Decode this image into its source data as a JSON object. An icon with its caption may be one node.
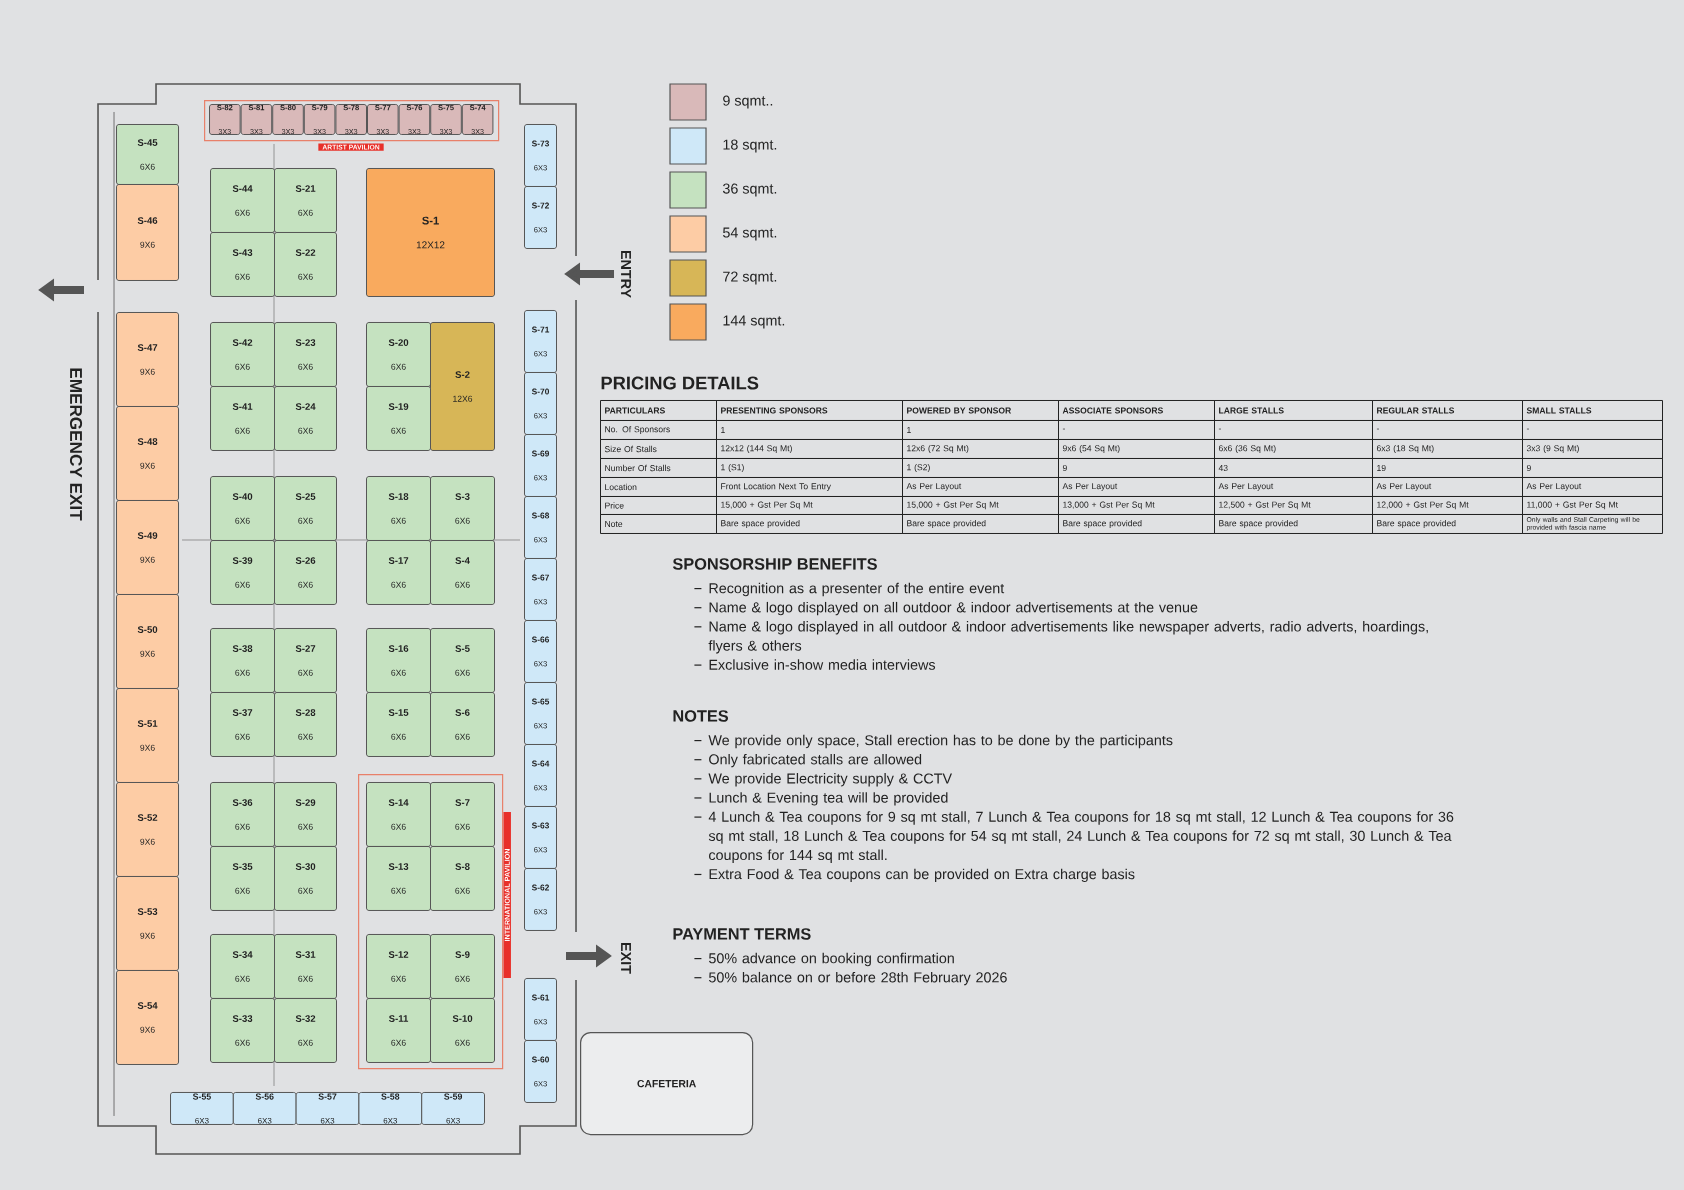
{
  "diagram": {
    "nodes": [
      {
        "text": [
          "ARTIST PAVILION"
        ]
      },
      {
        "text": [
          "S-82",
          "3X3"
        ],
        "in": 0
      },
      {
        "text": [
          "S-81",
          "3X3"
        ],
        "in": 0
      },
      {
        "text": [
          "S-80",
          "3X3"
        ],
        "in": 0
      },
      {
        "text": [
          "S-79",
          "3X3"
        ],
        "in": 0
      },
      {
        "text": [
          "S-78",
          "3X3"
        ],
        "in": 0
      },
      {
        "text": [
          "S-77",
          "3X3"
        ],
        "in": 0
      },
      {
        "text": [
          "S-76",
          "3X3"
        ],
        "in": 0
      },
      {
        "text": [
          "S-75",
          "3X3"
        ],
        "in": 0
      },
      {
        "text": [
          "S-74",
          "3X3"
        ],
        "in": 0
      },
      {
        "text": [
          "S-45",
          "6X6"
        ]
      },
      {
        "text": [
          "S-46",
          "9X6"
        ]
      },
      {
        "text": [
          "S-47",
          "9X6"
        ]
      },
      {
        "text": [
          "S-48",
          "9X6"
        ]
      },
      {
        "text": [
          "S-49",
          "9X6"
        ]
      },
      {
        "text": [
          "S-50",
          "9X6"
        ]
      },
      {
        "text": [
          "S-51",
          "9X6"
        ]
      },
      {
        "text": [
          "S-52",
          "9X6"
        ]
      },
      {
        "text": [
          "S-53",
          "9X6"
        ]
      },
      {
        "text": [
          "S-54",
          "9X6"
        ]
      },
      {
        "text": [
          "S-44",
          "6X6"
        ]
      },
      {
        "text": [
          "S-21",
          "6X6"
        ]
      },
      {
        "text": [
          "S-43",
          "6X6"
        ]
      },
      {
        "text": [
          "S-22",
          "6X6"
        ]
      },
      {
        "text": [
          "S-42",
          "6X6"
        ]
      },
      {
        "text": [
          "S-23",
          "6X6"
        ]
      },
      {
        "text": [
          "S-41",
          "6X6"
        ]
      },
      {
        "text": [
          "S-24",
          "6X6"
        ]
      },
      {
        "text": [
          "S-40",
          "6X6"
        ]
      },
      {
        "text": [
          "S-25",
          "6X6"
        ]
      },
      {
        "text": [
          "S-39",
          "6X6"
        ]
      },
      {
        "text": [
          "S-26",
          "6X6"
        ]
      },
      {
        "text": [
          "S-38",
          "6X6"
        ]
      },
      {
        "text": [
          "S-27",
          "6X6"
        ]
      },
      {
        "text": [
          "S-37",
          "6X6"
        ]
      },
      {
        "text": [
          "S-28",
          "6X6"
        ]
      },
      {
        "text": [
          "S-36",
          "6X6"
        ]
      },
      {
        "text": [
          "S-29",
          "6X6"
        ]
      },
      {
        "text": [
          "S-35",
          "6X6"
        ]
      },
      {
        "text": [
          "S-30",
          "6X6"
        ]
      },
      {
        "text": [
          "S-34",
          "6X6"
        ]
      },
      {
        "text": [
          "S-31",
          "6X6"
        ]
      },
      {
        "text": [
          "S-33",
          "6X6"
        ]
      },
      {
        "text": [
          "S-32",
          "6X6"
        ]
      },
      {
        "text": [
          "S-1",
          "12X12"
        ]
      },
      {
        "text": [
          "S-20",
          "6X6"
        ]
      },
      {
        "text": [
          "S-2",
          "12X6"
        ]
      },
      {
        "text": [
          "S-19",
          "6X6"
        ]
      },
      {
        "text": [
          "S-18",
          "6X6"
        ]
      },
      {
        "text": [
          "S-3",
          "6X6"
        ]
      },
      {
        "text": [
          "S-17",
          "6X6"
        ]
      },
      {
        "text": [
          "S-4",
          "6X6"
        ]
      },
      {
        "text": [
          "S-16",
          "6X6"
        ]
      },
      {
        "text": [
          "S-5",
          "6X6"
        ]
      },
      {
        "text": [
          "S-15",
          "6X6"
        ]
      },
      {
        "text": [
          "S-6",
          "6X6"
        ]
      },
      {
        "text": [
          "INTERNATIONAL PAVILION"
        ]
      },
      {
        "text": [
          "S-14",
          "6X6"
        ],
        "in": 56
      },
      {
        "text": [
          "S-7",
          "6X6"
        ],
        "in": 56
      },
      {
        "text": [
          "S-13",
          "6X6"
        ],
        "in": 56
      },
      {
        "text": [
          "S-8",
          "6X6"
        ],
        "in": 56
      },
      {
        "text": [
          "S-12",
          "6X6"
        ],
        "in": 56
      },
      {
        "text": [
          "S-9",
          "6X6"
        ],
        "in": 56
      },
      {
        "text": [
          "S-11",
          "6X6"
        ],
        "in": 56
      },
      {
        "text": [
          "S-10",
          "6X6"
        ],
        "in": 56
      },
      {
        "text": [
          "S-73",
          "6X3"
        ]
      },
      {
        "text": [
          "S-72",
          "6X3"
        ]
      },
      {
        "text": [
          "S-71",
          "6X3"
        ]
      },
      {
        "text": [
          "S-70",
          "6X3"
        ]
      },
      {
        "text": [
          "S-69",
          "6X3"
        ]
      },
      {
        "text": [
          "S-68",
          "6X3"
        ]
      },
      {
        "text": [
          "S-67",
          "6X3"
        ]
      },
      {
        "text": [
          "S-66",
          "6X3"
        ]
      },
      {
        "text": [
          "S-65",
          "6X3"
        ]
      },
      {
        "text": [
          "S-64",
          "6X3"
        ]
      },
      {
        "text": [
          "S-63",
          "6X3"
        ]
      },
      {
        "text": [
          "S-62",
          "6X3"
        ]
      },
      {
        "text": [
          "S-61",
          "6X3"
        ]
      },
      {
        "text": [
          "S-60",
          "6X3"
        ]
      },
      {
        "text": [
          "S-55",
          "6X3"
        ]
      },
      {
        "text": [
          "S-56",
          "6X3"
        ]
      },
      {
        "text": [
          "S-57",
          "6X3"
        ]
      },
      {
        "text": [
          "S-58",
          "6X3"
        ]
      },
      {
        "text": [
          "S-59",
          "6X3"
        ]
      },
      {
        "text": [
          "CAFETERIA"
        ]
      }
    ],
    "labels": [
      "ENTRY",
      "EMERGENCY EXIT",
      "EXIT",
      "PRICING DETAILS",
      "PARTICULARS",
      "PRESENTING SPONSORS",
      "POWERED BY SPONSOR",
      "ASSOCIATE SPONSORS",
      "LARGE STALLS",
      "REGULAR STALLS",
      "SMALL STALLS",
      "No. Of Sponsors",
      "1",
      "1",
      "-",
      "-",
      "-",
      "-",
      "Size Of Stalls",
      "12x12 (144 Sq Mt)",
      "12x6 (72 Sq Mt)",
      "9x6 (54 Sq Mt)",
      "6x6 (36 Sq Mt)",
      "6x3 (18 Sq Mt)",
      "3x3 (9 Sq Mt)",
      "Number Of Stalls",
      "1 (S1)",
      "1 (S2)",
      "9",
      "43",
      "19",
      "9",
      "Location",
      "Front Location Next To Entry",
      "As Per Layout",
      "As Per Layout",
      "As Per Layout",
      "As Per Layout",
      "As Per Layout",
      "Price",
      "15,000 + Gst Per Sq Mt",
      "15,000 + Gst Per Sq Mt",
      "13,000 + Gst Per Sq Mt",
      "12,500 + Gst Per Sq Mt",
      "12,000 + Gst Per Sq Mt",
      "11,000 + Gst Per Sq Mt",
      "Note",
      "Bare space provided",
      "Bare space provided",
      "Bare space provided",
      "Bare space provided",
      "Bare space provided",
      "Only walls and Stall Carpeting will be provided with fascia name",
      "SPONSORSHIP BENEFITS",
      "Recognition as a presenter of the entire event",
      "Name & logo displayed on all outdoor & indoor advertisements at the venue",
      "Name & logo displayed in all outdoor & indoor advertisements like newspaper adverts, radio adverts, hoardings, flyers & others",
      "Exclusive in-show media interviews",
      "NOTES",
      "We provide only space, Stall erection has to be done by the participants",
      "Only fabricated stalls are allowed",
      "We provide Electricity supply & CCTV",
      "Lunch & Evening tea will be provided",
      "4 Lunch & Tea coupons for 9 sq mt stall, 7 Lunch & Tea coupons for 18 sq mt stall, 12 Lunch & Tea coupons for 36 sq mt stall, 18 Lunch & Tea coupons for 54 sq mt stall, 24 Lunch & Tea coupons for 72 sq mt stall, 30 Lunch & Tea coupons for 144 sq mt stall.",
      "Extra Food & Tea coupons can be provided on Extra charge basis",
      "PAYMENT TERMS",
      "50% advance on booking confirmation",
      "50% balance on or before 28th February 2026"
    ],
    "legend": [
      {
        "text": "9 sqmt..",
        "color": "#d9b9b9"
      },
      {
        "text": "18 sqmt.",
        "color": "#cfe8f8"
      },
      {
        "text": "36 sqmt.",
        "color": "#c5e2c0"
      },
      {
        "text": "54 sqmt.",
        "color": "#fdcca5"
      },
      {
        "text": "72 sqmt.",
        "color": "#d7b657"
      },
      {
        "text": "144 sqmt.",
        "color": "#f9aa5e"
      }
    ]
  }
}
